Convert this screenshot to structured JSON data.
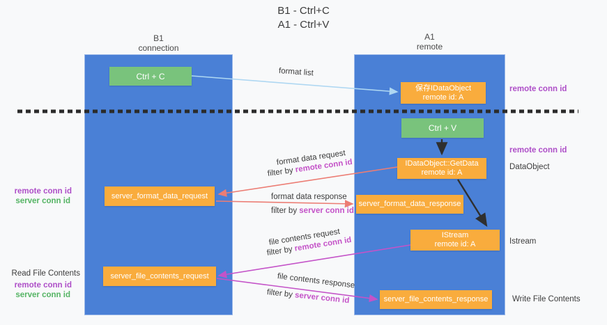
{
  "title": {
    "line1": "B1 - Ctrl+C",
    "line2": "A1 - Ctrl+V"
  },
  "columns": {
    "left": {
      "name": "B1",
      "role": "connection"
    },
    "right": {
      "name": "A1",
      "role": "remote"
    }
  },
  "boxes": {
    "ctrl_c": {
      "label": "Ctrl + C"
    },
    "save_idataobject": {
      "line1": "保存IDataObject",
      "line2": "remote id: A"
    },
    "ctrl_v": {
      "label": "Ctrl + V"
    },
    "idataobject_getdata": {
      "line1": "IDataObject::GetData",
      "line2": "remote id: A"
    },
    "server_format_data_request": {
      "label": "server_format_data_request"
    },
    "server_format_data_response": {
      "label": "server_format_data_response"
    },
    "istream": {
      "line1": "IStream",
      "line2": "remote id: A"
    },
    "server_file_contents_request": {
      "label": "server_file_contents_request"
    },
    "server_file_contents_response": {
      "label": "server_file_contents_response"
    }
  },
  "flow_labels": {
    "format_list": "format list",
    "format_data_request": "format data request",
    "filter_request_prefix": "filter by",
    "filter_request_highlight": "remote conn id",
    "format_data_response": "format data response",
    "filter_response_prefix": "filter by",
    "filter_response_highlight": "server conn id",
    "file_contents_request": "file contents request",
    "filter_file_request_prefix": "filter by",
    "filter_file_request_highlight": "remote conn id",
    "file_contents_response": "file contents response",
    "filter_file_response_prefix": "filter by",
    "filter_file_response_highlight": "server conn id"
  },
  "annotations": {
    "right_remote_conn_top": "remote conn id",
    "right_remote_conn_mid": "remote conn id",
    "right_dataobject": "DataObject",
    "right_istream": "Istream",
    "right_write_file": "Write File Contents",
    "left_remote_conn_top": "remote conn id",
    "left_server_conn_top": "server conn id",
    "left_read_file": "Read File Contents",
    "left_remote_conn_bottom": "remote conn id",
    "left_server_conn_bottom": "server conn id"
  },
  "colors": {
    "column_blue": "#4a80d6",
    "box_orange": "#f9ac3d",
    "box_green": "#79c37c",
    "purple_text": "#ae4fc8",
    "green_text": "#55b464",
    "magenta_highlight": "#c453c8",
    "arrow_lightblue": "#aed7f2",
    "arrow_salmon": "#ec7d74",
    "arrow_magenta": "#c453c8",
    "arrow_black": "#2f2f2f"
  }
}
